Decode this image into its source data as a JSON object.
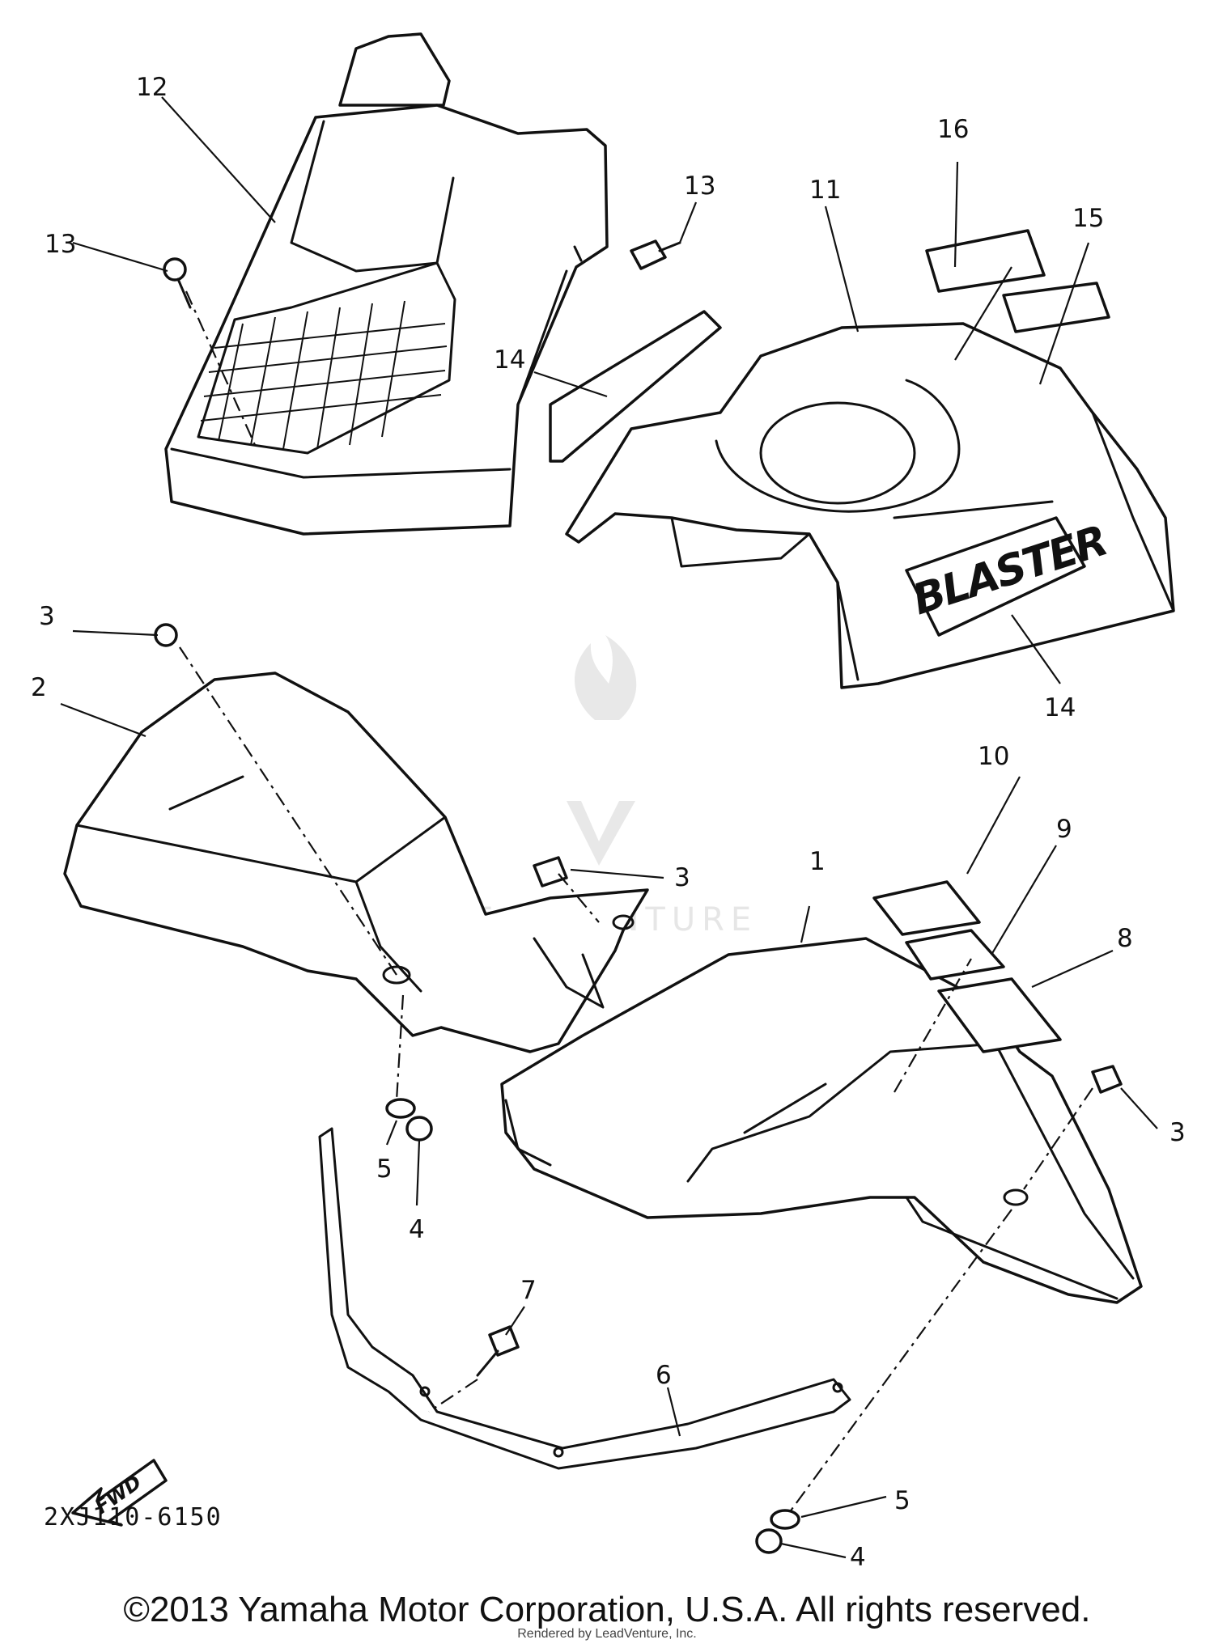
{
  "diagram": {
    "callouts": {
      "c1": "1",
      "c2": "2",
      "c3a": "3",
      "c3b": "3",
      "c3c": "3",
      "c4a": "4",
      "c4b": "4",
      "c5a": "5",
      "c5b": "5",
      "c6": "6",
      "c7": "7",
      "c8": "8",
      "c9": "9",
      "c10": "10",
      "c11": "11",
      "c12": "12",
      "c13a": "13",
      "c13b": "13",
      "c14a": "14",
      "c14b": "14",
      "c15": "15",
      "c16": "16"
    },
    "decal_text": "BLASTER",
    "fwd_arrow_text": "FWD",
    "watermark_text": "LEADVENTURE",
    "diagram_code": "2XJ110-6150"
  },
  "footer": {
    "copyright": "©2013 Yamaha Motor Corporation, U.S.A. All rights reserved.",
    "rendered_by": "Rendered by LeadVenture, Inc."
  }
}
